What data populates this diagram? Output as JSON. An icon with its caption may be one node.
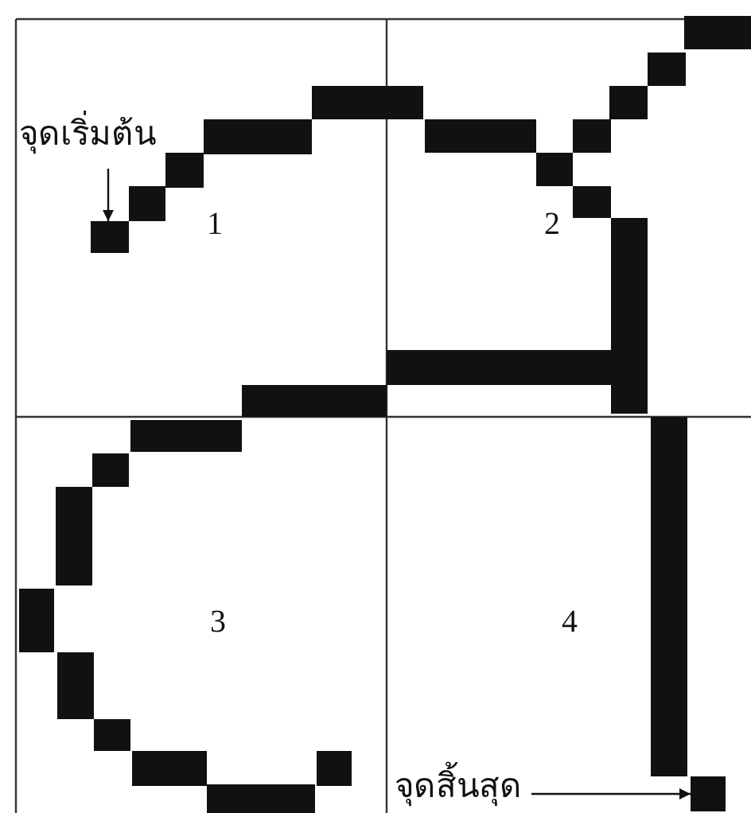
{
  "diagram": {
    "nodes": [
      {
        "text": [
          "จุดเริ่มต้น"
        ]
      },
      {
        "text": [],
        "shape": "box"
      },
      {
        "text": [
          "จุดสิ้นสุด"
        ]
      },
      {
        "text": [],
        "shape": "box"
      }
    ],
    "edges": [
      {
        "from": 0,
        "to": 1,
        "arrow": "to"
      },
      {
        "from": 2,
        "to": 3,
        "arrow": "to"
      }
    ],
    "labels": [
      "1",
      "2",
      "3",
      "4"
    ]
  }
}
